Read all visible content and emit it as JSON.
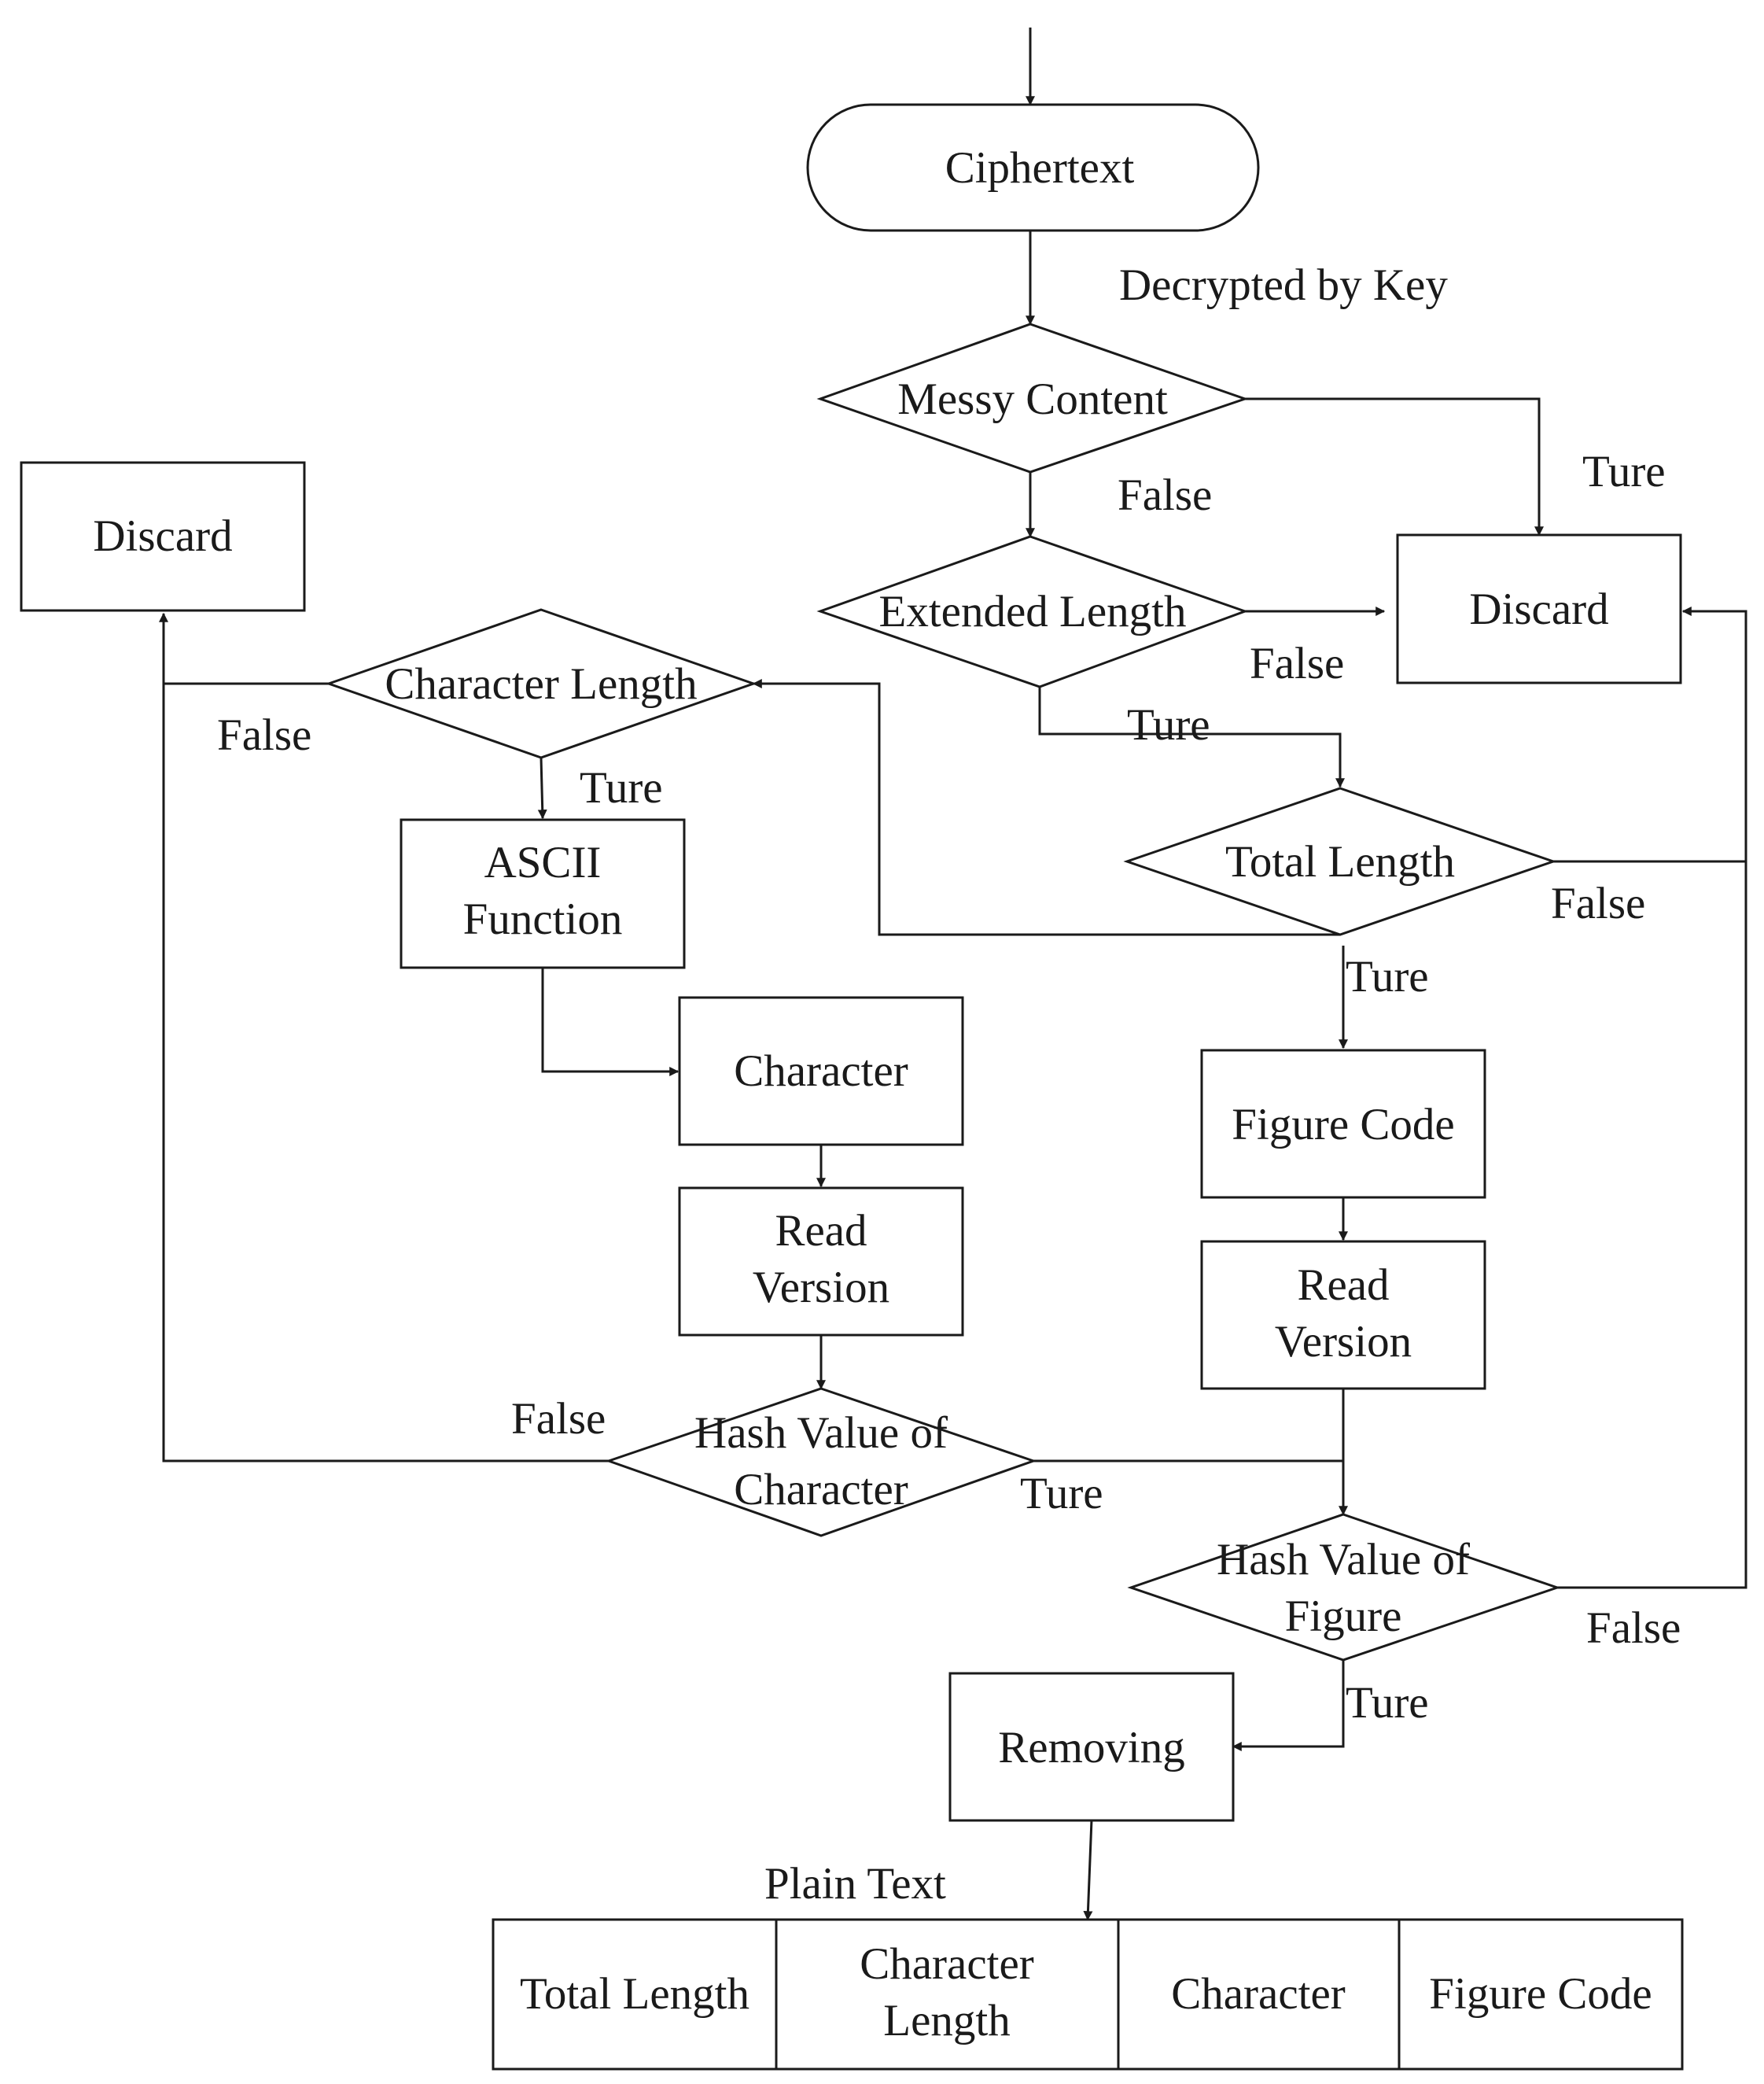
{
  "nodes": {
    "ciphertext": "Ciphertext",
    "messy_content": "Messy Content",
    "extended_length": "Extended Length",
    "discard_right": "Discard",
    "discard_left": "Discard",
    "character_length": "Character Length",
    "total_length": "Total Length",
    "ascii_function": [
      "ASCII",
      "Function"
    ],
    "character": "Character",
    "read_version_left": [
      "Read",
      "Version"
    ],
    "figure_code": "Figure Code",
    "read_version_right": [
      "Read",
      "Version"
    ],
    "hash_character": [
      "Hash Value of",
      "Character"
    ],
    "hash_figure": [
      "Hash Value of",
      "Figure"
    ],
    "removing": "Removing"
  },
  "edge_labels": {
    "decrypted_by_key": "Decrypted by Key",
    "messy_true": "Ture",
    "messy_false": "False",
    "extended_false": "False",
    "extended_true": "Ture",
    "char_length_false": "False",
    "char_length_true": "Ture",
    "total_false": "False",
    "total_true": "Ture",
    "hash_char_false": "False",
    "hash_char_true": "Ture",
    "hash_fig_false": "False",
    "hash_fig_true": "Ture",
    "plain_text": "Plain Text"
  },
  "plain_text_fields": {
    "total_length": "Total Length",
    "character_length": [
      "Character",
      "Length"
    ],
    "character": "Character",
    "figure_code": "Figure Code"
  }
}
